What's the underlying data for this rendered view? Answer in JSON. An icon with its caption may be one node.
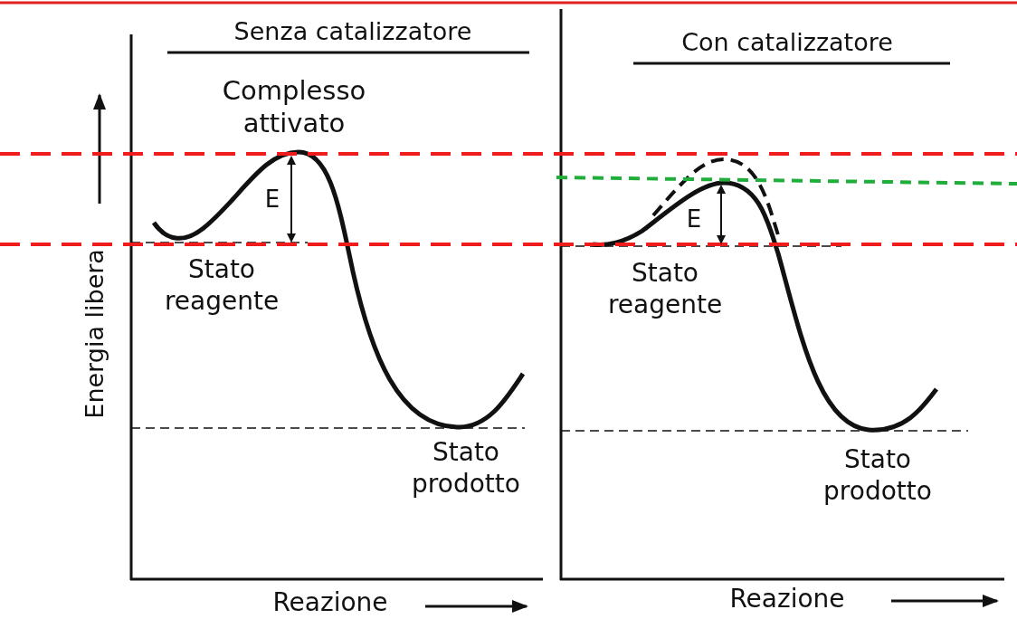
{
  "diagram": {
    "labels": [
      "Senza catalizzatore",
      "Con catalizzatore",
      "Complesso attivato",
      "Energia libera",
      "E",
      "E",
      "Stato reagente",
      "Stato reagente",
      "Stato prodotto",
      "Stato prodotto",
      "Reazione",
      "Reazione"
    ]
  }
}
